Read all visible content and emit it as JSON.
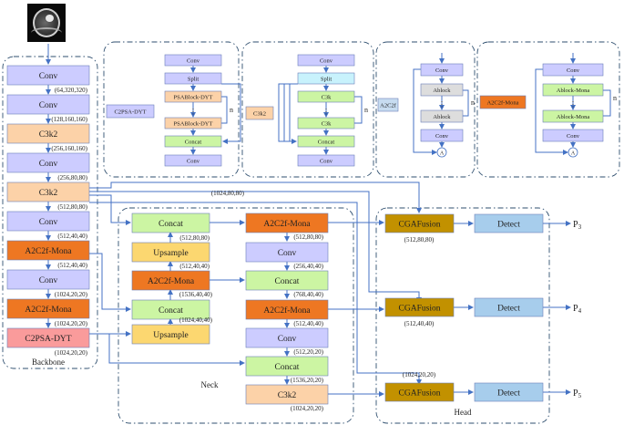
{
  "colors": {
    "conv": "#ccccff",
    "c3k2": "#fcd2a8",
    "a2c2f_mona": "#ee7722",
    "c2psa": "#fa9b9b",
    "concat": "#ccf5a3",
    "upsample": "#fcd770",
    "cga": "#c29100",
    "detect": "#a7cdec",
    "split": "#c8f2fc",
    "ablock": "#dddddd",
    "arrow": "#4472c4"
  },
  "input_image": {
    "icon": "mri-brain-scan-image"
  },
  "backbone": {
    "label": "Backbone",
    "blocks": [
      {
        "label": "Conv",
        "shape": "(64,320,320)"
      },
      {
        "label": "Conv",
        "shape": "(128,160,160)"
      },
      {
        "label": "C3k2",
        "shape": "(256,160,160)"
      },
      {
        "label": "Conv",
        "shape": "(256,80,80)"
      },
      {
        "label": "C3k2",
        "shape": "(512,80,80)"
      },
      {
        "label": "Conv",
        "shape": "(512,40,40)"
      },
      {
        "label": "A2C2f-Mona",
        "shape": "(512,40,40)"
      },
      {
        "label": "Conv",
        "shape": "(1024,20,20)"
      },
      {
        "label": "A2C2f-Mona",
        "shape": "(1024,20,20)"
      },
      {
        "label": "C2PSA-DYT",
        "shape": "(1024,20,20)"
      }
    ]
  },
  "neck": {
    "label": "Neck",
    "left": [
      {
        "label": "Concat",
        "shape": "(1024,80,80)"
      },
      {
        "label": "Upsample",
        "shape": "(512,80,80)"
      },
      {
        "label": "A2C2f-Mona",
        "shape": "(512,40,40)"
      },
      {
        "label": "Concat",
        "shape": "(1536,40,40)"
      },
      {
        "label": "Upsample",
        "shape": "(1024,40,40)"
      }
    ],
    "right": [
      {
        "label": "A2C2f-Mona",
        "shape": "(512,80,80)"
      },
      {
        "label": "Conv",
        "shape": "(256,40,40)"
      },
      {
        "label": "Concat",
        "shape": "(768,40,40)"
      },
      {
        "label": "A2C2f-Mona",
        "shape": "(512,40,40)"
      },
      {
        "label": "Conv",
        "shape": "(512,20,20)"
      },
      {
        "label": "Concat",
        "shape": "(1536,20,20)"
      },
      {
        "label": "C3k2",
        "shape": "(1024,20,20)"
      }
    ]
  },
  "head": {
    "label": "Head",
    "cga": [
      {
        "label": "CGAFusion",
        "shape": "(512,80,80)"
      },
      {
        "label": "CGAFusion",
        "shape": "(512,40,40)"
      },
      {
        "label": "CGAFusion",
        "shape": "(1024,20,20)"
      }
    ],
    "detect": [
      "Detect",
      "Detect",
      "Detect"
    ],
    "outputs": [
      {
        "letter": "P",
        "sub": "3"
      },
      {
        "letter": "P",
        "sub": "4"
      },
      {
        "letter": "P",
        "sub": "5"
      }
    ]
  },
  "modules": {
    "c2psa": {
      "tag": "C2PSA-DYT",
      "blocks": [
        "Conv",
        "Split",
        "PSABlock-DYT",
        "PSABlock-DYT",
        "Concat",
        "Conv"
      ],
      "repeat": "n"
    },
    "c3k2": {
      "tag": "C3k2",
      "blocks": [
        "Conv",
        "Split",
        "C3k",
        "C3k",
        "Concat",
        "Conv"
      ],
      "repeat": "n"
    },
    "a2c2f": {
      "tag": "A2C2f",
      "blocks": [
        "Conv",
        "Ablock",
        "Ablock",
        "Conv"
      ],
      "repeat": "n",
      "add": "A"
    },
    "a2c2f_mona": {
      "tag": "A2C2f-Mona",
      "blocks": [
        "Conv",
        "Ablock-Mona",
        "Ablock-Mona",
        "Conv"
      ],
      "repeat": "n",
      "add": "A"
    }
  }
}
